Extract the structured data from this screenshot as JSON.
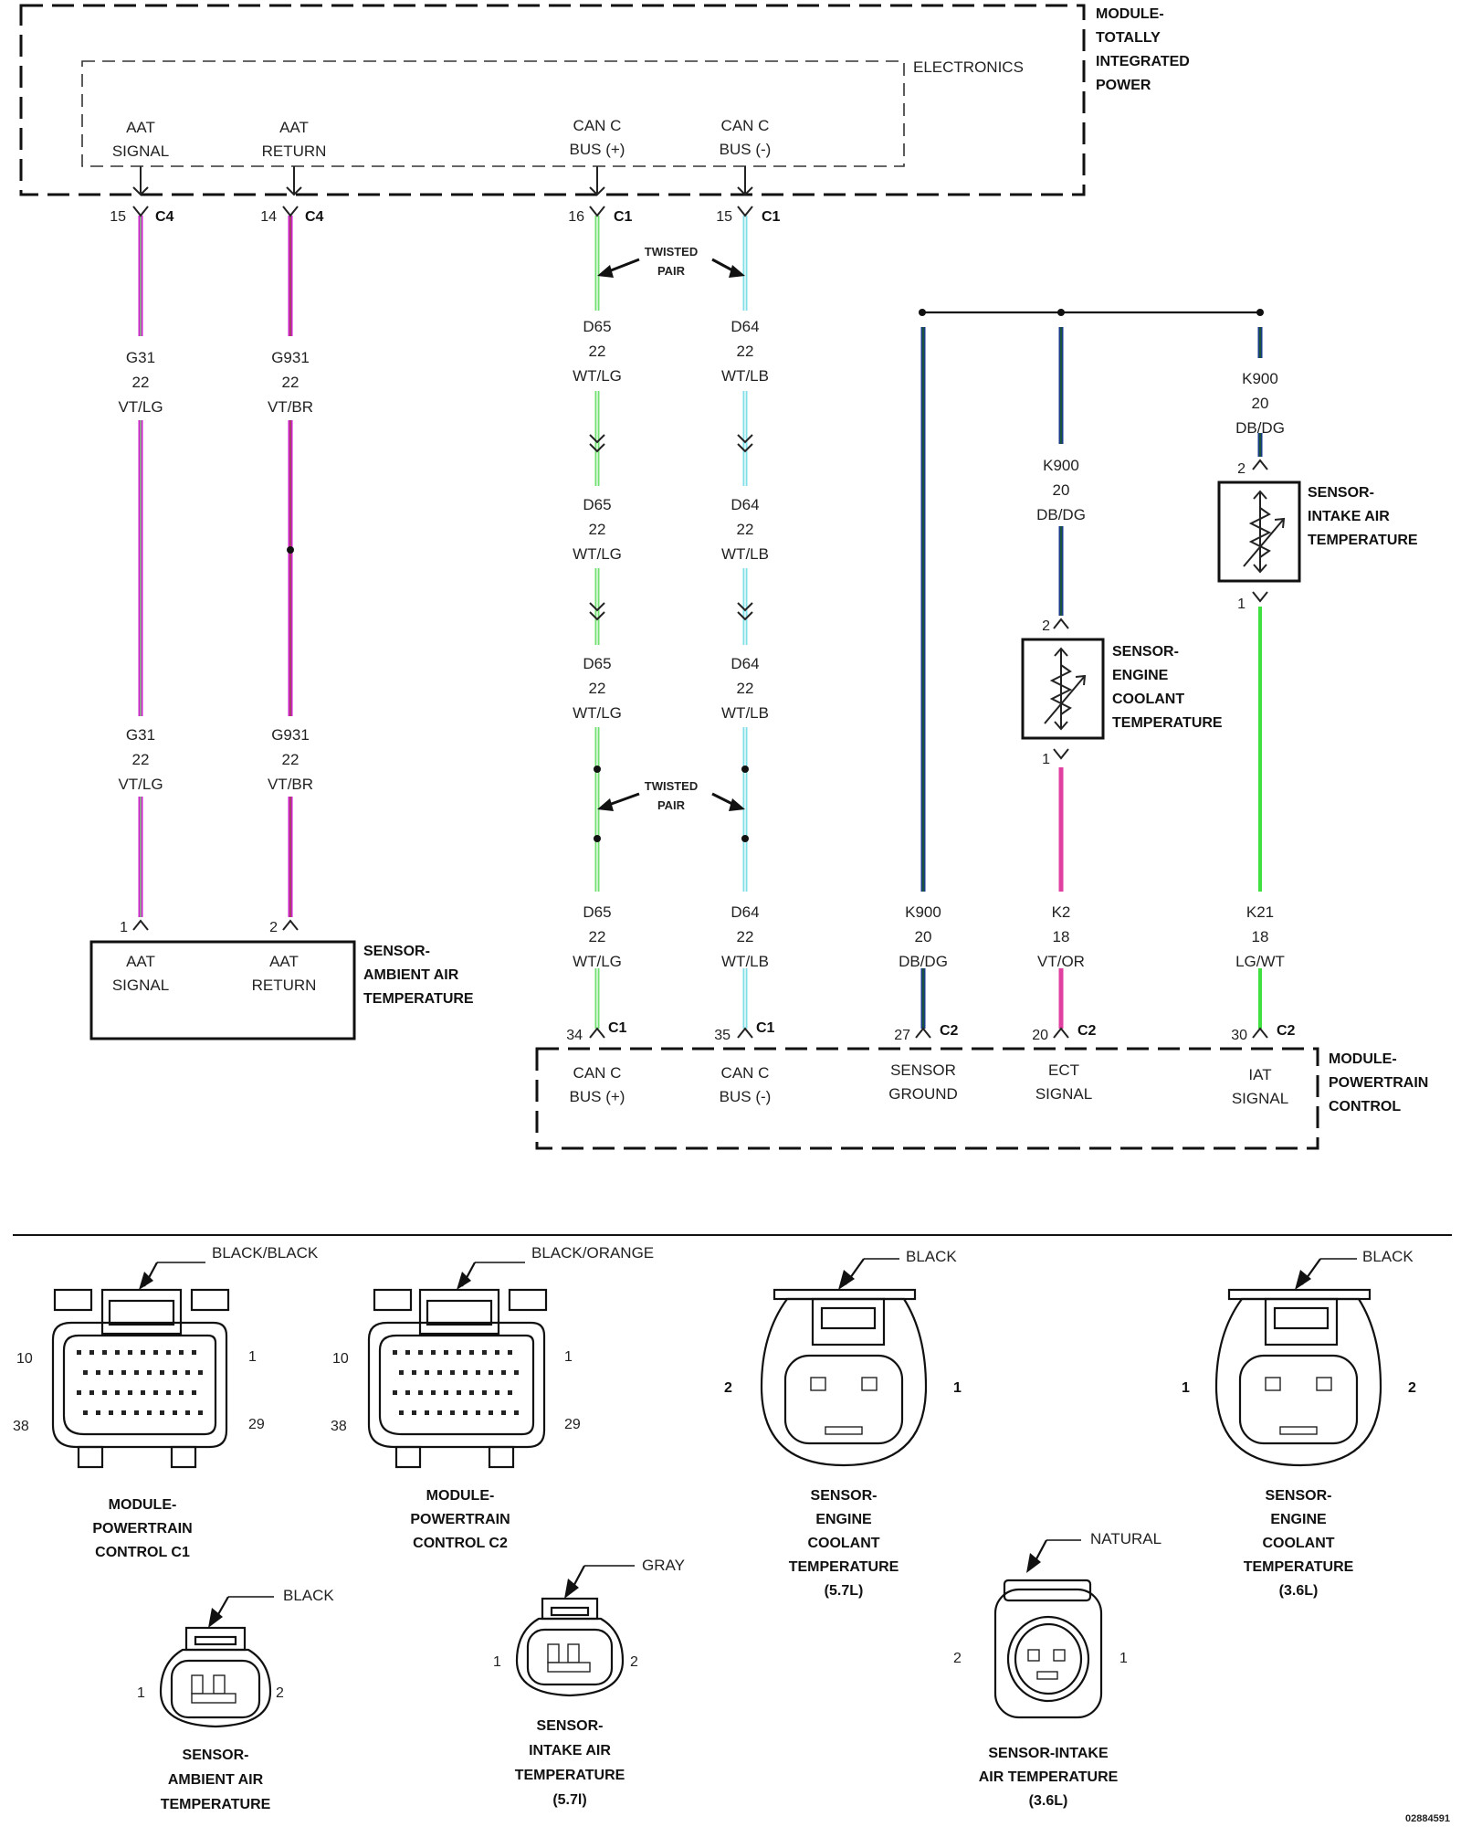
{
  "colors": {
    "violet": "#d020d0",
    "light_green": "#70e070",
    "light_blue": "#80e0e8",
    "dark_blue": "#1a3a8a",
    "dark_green": "#1a5a2a",
    "orange_violet": "#e040a0",
    "green": "#40e040"
  },
  "modules": {
    "tipm": {
      "name": "MODULE-\nTOTALLY\nINTEGRATED\nPOWER",
      "sub": "ELECTRONICS"
    },
    "pcm": {
      "name": "MODULE-\nPOWERTRAIN\nCONTROL"
    },
    "aat_sensor": {
      "name": "SENSOR-\nAMBIENT AIR\nTEMPERATURE"
    },
    "ect_sensor": {
      "name": "SENSOR-\nENGINE\nCOOLANT\nTEMPERATURE"
    },
    "iat_sensor": {
      "name": "SENSOR-\nINTAKE AIR\nTEMPERATURE"
    }
  },
  "tipm_pins": {
    "aat_signal": "AAT\nSIGNAL",
    "aat_return": "AAT\nRETURN",
    "can_plus": "CAN C\nBUS (+)",
    "can_minus": "CAN C\nBUS (-)"
  },
  "pcm_pins": {
    "can_plus": "CAN C\nBUS (+)",
    "can_minus": "CAN C\nBUS (-)",
    "sensor_ground": "SENSOR\nGROUND",
    "ect_signal": "ECT\nSIGNAL",
    "iat_signal": "IAT\nSIGNAL"
  },
  "aat_pins": {
    "signal": "AAT\nSIGNAL",
    "return": "AAT\nRETURN"
  },
  "connector_refs": {
    "w1_top": {
      "pin": "15",
      "conn": "C4"
    },
    "w2_top": {
      "pin": "14",
      "conn": "C4"
    },
    "w3_top": {
      "pin": "16",
      "conn": "C1"
    },
    "w4_top": {
      "pin": "15",
      "conn": "C1"
    },
    "w3_bot": {
      "pin": "34",
      "conn": "C1"
    },
    "w4_bot": {
      "pin": "35",
      "conn": "C1"
    },
    "w5_bot": {
      "pin": "27",
      "conn": "C2"
    },
    "w6_bot": {
      "pin": "20",
      "conn": "C2"
    },
    "w7_bot": {
      "pin": "30",
      "conn": "C2"
    },
    "aat_1": "1",
    "aat_2": "2",
    "ect_2": "2",
    "ect_1": "1",
    "iat_2": "2",
    "iat_1": "1"
  },
  "wire_labels": {
    "g31": "G31\n22\nVT/LG",
    "g931": "G931\n22\nVT/BR",
    "d65": "D65\n22\nWT/LG",
    "d64": "D64\n22\nWT/LB",
    "k900": "K900\n20\nDB/DG",
    "k2": "K2\n18\nVT/OR",
    "k21": "K21\n18\nLG/WT"
  },
  "twisted_pair": "TWISTED\nPAIR",
  "connectors": {
    "pcm_c1": {
      "title": "MODULE-\nPOWERTRAIN\nCONTROL C1",
      "color": "BLACK/BLACK",
      "pins": [
        "10",
        "1",
        "38",
        "29"
      ]
    },
    "pcm_c2": {
      "title": "MODULE-\nPOWERTRAIN\nCONTROL C2",
      "color": "BLACK/ORANGE",
      "pins": [
        "10",
        "1",
        "38",
        "29"
      ]
    },
    "ect_57": {
      "title": "SENSOR-\nENGINE\nCOOLANT\nTEMPERATURE\n(5.7L)",
      "color": "BLACK",
      "pins": [
        "2",
        "1"
      ]
    },
    "ect_36": {
      "title": "SENSOR-\nENGINE\nCOOLANT\nTEMPERATURE\n(3.6L)",
      "color": "BLACK",
      "pins": [
        "1",
        "2"
      ]
    },
    "aat": {
      "title": "SENSOR-\nAMBIENT AIR\nTEMPERATURE",
      "color": "BLACK",
      "pins": [
        "1",
        "2"
      ]
    },
    "iat_57": {
      "title": "SENSOR-\nINTAKE AIR\nTEMPERATURE\n(5.7l)",
      "color": "GRAY",
      "pins": [
        "1",
        "2"
      ]
    },
    "iat_36": {
      "title": "SENSOR-INTAKE\nAIR TEMPERATURE\n(3.6L)",
      "color": "NATURAL",
      "pins": [
        "2",
        "1"
      ]
    }
  },
  "doc_number": "02884591"
}
